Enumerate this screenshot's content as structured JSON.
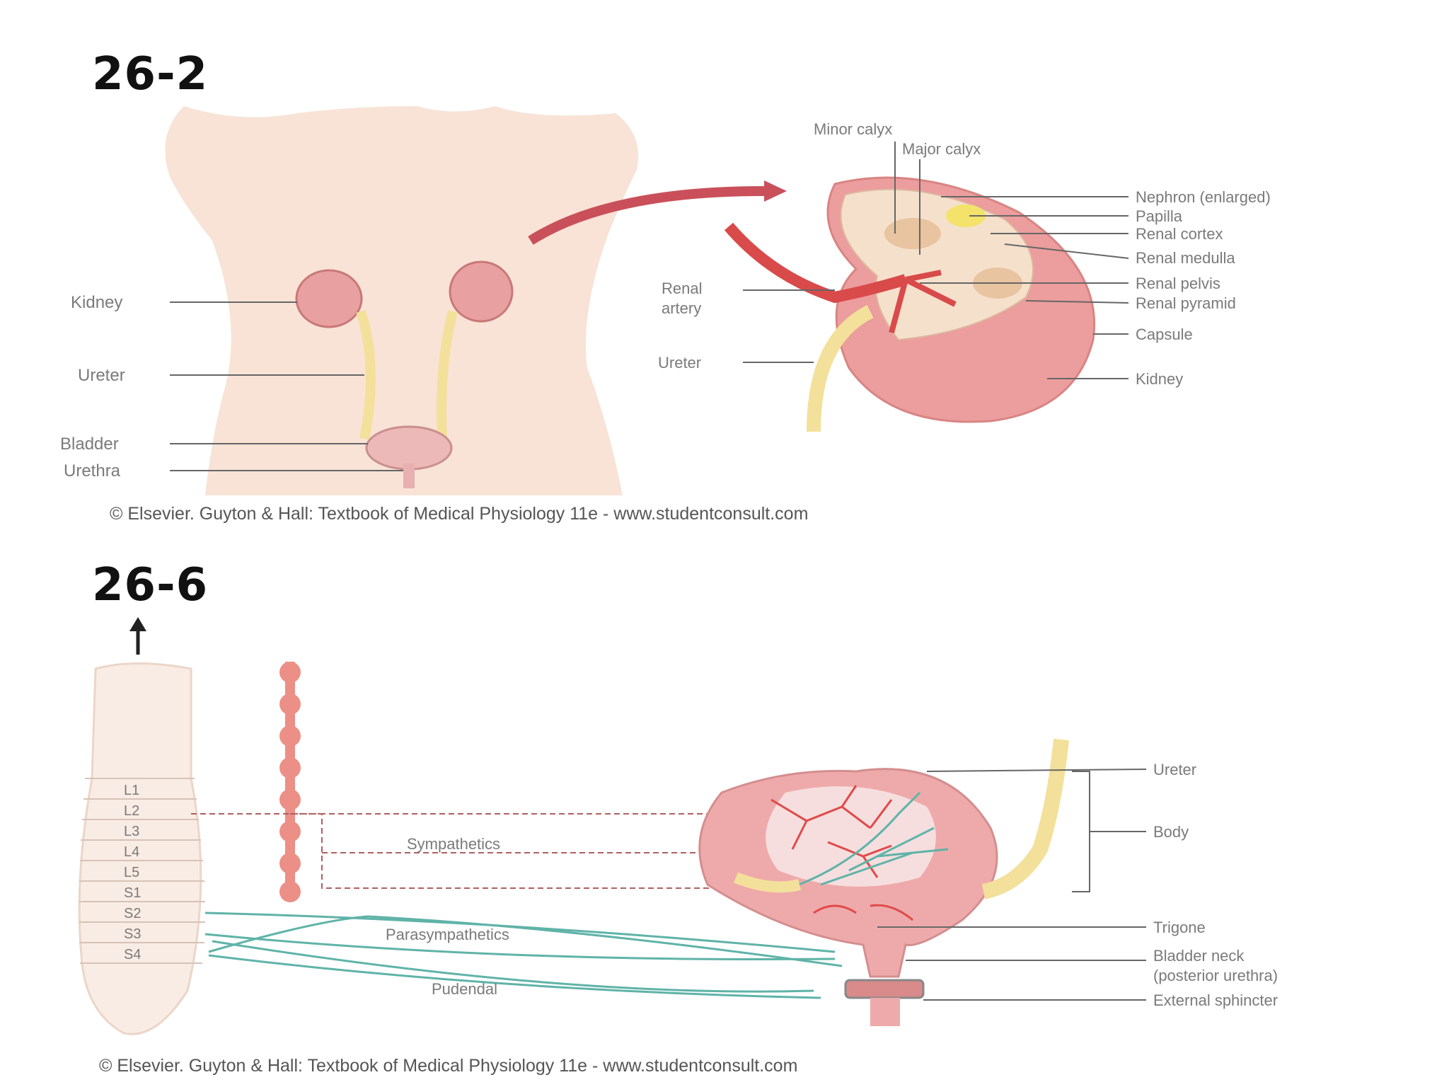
{
  "figure_top": {
    "number": "26-2",
    "credit": "© Elsevier. Guyton & Hall: Textbook of Medical Physiology 11e - www.studentconsult.com",
    "body_labels": {
      "kidney": "Kidney",
      "ureter": "Ureter",
      "bladder": "Bladder",
      "urethra": "Urethra"
    },
    "kidney_labels": {
      "minor_calyx": "Minor calyx",
      "major_calyx": "Major calyx",
      "nephron": "Nephron (enlarged)",
      "papilla": "Papilla",
      "renal_cortex": "Renal cortex",
      "renal_medulla": "Renal medulla",
      "renal_pelvis": "Renal pelvis",
      "renal_pyramid": "Renal pyramid",
      "capsule": "Capsule",
      "kidney": "Kidney",
      "renal_artery_line1": "Renal",
      "renal_artery_line2": "artery",
      "ureter": "Ureter"
    }
  },
  "figure_bottom": {
    "number": "26-6",
    "credit": "© Elsevier. Guyton & Hall: Textbook of Medical Physiology 11e - www.studentconsult.com",
    "segments": [
      "L1",
      "L2",
      "L3",
      "L4",
      "L5",
      "S1",
      "S2",
      "S3",
      "S4"
    ],
    "nerves": {
      "sympathetics": "Sympathetics",
      "parasympathetics": "Parasympathetics",
      "pudendal": "Pudendal"
    },
    "bladder_labels": {
      "ureter": "Ureter",
      "body": "Body",
      "trigone": "Trigone",
      "neck_line1": "Bladder neck",
      "neck_line2": "(posterior urethra)",
      "sphincter": "External sphincter"
    }
  },
  "colors": {
    "skin": "#f8e3d6",
    "kidney": "#e8a0a0",
    "ureter": "#f3e09a",
    "artery": "#d94a4a",
    "nerve_teal": "#5fb3a8",
    "spine": "#f9ece4"
  }
}
